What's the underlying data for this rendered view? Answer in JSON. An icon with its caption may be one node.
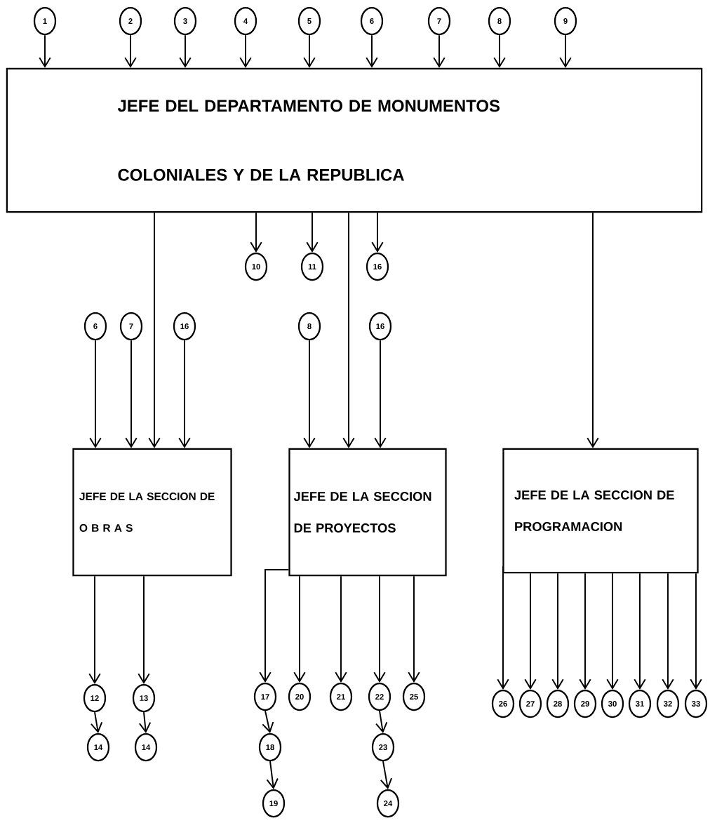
{
  "diagram": {
    "nodes": [
      {
        "text": [
          "JEFE DEL DEPARTAMENTO DE MONUMENTOS COLONIALES Y DE LA REPUBLICA"
        ]
      },
      {
        "text": [
          "1"
        ]
      },
      {
        "text": [
          "2"
        ]
      },
      {
        "text": [
          "3"
        ]
      },
      {
        "text": [
          "4"
        ]
      },
      {
        "text": [
          "5"
        ]
      },
      {
        "text": [
          "6"
        ]
      },
      {
        "text": [
          "7"
        ]
      },
      {
        "text": [
          "8"
        ]
      },
      {
        "text": [
          "9"
        ]
      },
      {
        "text": [
          "10"
        ]
      },
      {
        "text": [
          "11"
        ]
      },
      {
        "text": [
          "16"
        ]
      },
      {
        "text": [
          "6"
        ]
      },
      {
        "text": [
          "7"
        ]
      },
      {
        "text": [
          "16"
        ]
      },
      {
        "text": [
          "8"
        ]
      },
      {
        "text": [
          "16"
        ]
      },
      {
        "text": [
          "JEFE DE LA SECCION DE O B R A S"
        ]
      },
      {
        "text": [
          "JEFE DE LA SECCION DE PROYECTOS"
        ]
      },
      {
        "text": [
          "JEFE DE LA SECCION DE PROGRAMACION"
        ]
      },
      {
        "text": [
          "12"
        ]
      },
      {
        "text": [
          "13"
        ]
      },
      {
        "text": [
          "14"
        ]
      },
      {
        "text": [
          "14"
        ]
      },
      {
        "text": [
          "17"
        ]
      },
      {
        "text": [
          "20"
        ]
      },
      {
        "text": [
          "21"
        ]
      },
      {
        "text": [
          "22"
        ]
      },
      {
        "text": [
          "25"
        ]
      },
      {
        "text": [
          "18"
        ]
      },
      {
        "text": [
          "19"
        ]
      },
      {
        "text": [
          "23"
        ]
      },
      {
        "text": [
          "24"
        ]
      },
      {
        "text": [
          "26"
        ]
      },
      {
        "text": [
          "27"
        ]
      },
      {
        "text": [
          "28"
        ]
      },
      {
        "text": [
          "29"
        ]
      },
      {
        "text": [
          "30"
        ]
      },
      {
        "text": [
          "31"
        ]
      },
      {
        "text": [
          "32"
        ]
      },
      {
        "text": [
          "33"
        ]
      }
    ],
    "edges": [
      {
        "from": 1,
        "to": 0,
        "arrow": "to"
      },
      {
        "from": 2,
        "to": 0,
        "arrow": "to"
      },
      {
        "from": 3,
        "to": 0,
        "arrow": "to"
      },
      {
        "from": 4,
        "to": 0,
        "arrow": "to"
      },
      {
        "from": 5,
        "to": 0,
        "arrow": "to"
      },
      {
        "from": 6,
        "to": 0,
        "arrow": "to"
      },
      {
        "from": 7,
        "to": 0,
        "arrow": "to"
      },
      {
        "from": 8,
        "to": 0,
        "arrow": "to"
      },
      {
        "from": 9,
        "to": 0,
        "arrow": "to"
      },
      {
        "from": 0,
        "to": 10,
        "arrow": "to"
      },
      {
        "from": 0,
        "to": 11,
        "arrow": "to"
      },
      {
        "from": 0,
        "to": 12,
        "arrow": "to"
      },
      {
        "from": 0,
        "to": 18,
        "arrow": "to"
      },
      {
        "from": 0,
        "to": 19,
        "arrow": "to"
      },
      {
        "from": 0,
        "to": 20,
        "arrow": "to"
      },
      {
        "from": 13,
        "to": 18,
        "arrow": "to"
      },
      {
        "from": 14,
        "to": 18,
        "arrow": "to"
      },
      {
        "from": 15,
        "to": 18,
        "arrow": "to"
      },
      {
        "from": 16,
        "to": 19,
        "arrow": "to"
      },
      {
        "from": 17,
        "to": 19,
        "arrow": "to"
      },
      {
        "from": 18,
        "to": 21,
        "arrow": "to"
      },
      {
        "from": 18,
        "to": 22,
        "arrow": "to"
      },
      {
        "from": 21,
        "to": 23,
        "arrow": "to"
      },
      {
        "from": 22,
        "to": 24,
        "arrow": "to"
      },
      {
        "from": 19,
        "to": 25,
        "arrow": "to"
      },
      {
        "from": 19,
        "to": 26,
        "arrow": "to"
      },
      {
        "from": 19,
        "to": 27,
        "arrow": "to"
      },
      {
        "from": 19,
        "to": 28,
        "arrow": "to"
      },
      {
        "from": 19,
        "to": 29,
        "arrow": "to"
      },
      {
        "from": 25,
        "to": 30,
        "arrow": "to"
      },
      {
        "from": 30,
        "to": 31,
        "arrow": "to"
      },
      {
        "from": 28,
        "to": 32,
        "arrow": "to"
      },
      {
        "from": 32,
        "to": 33,
        "arrow": "to"
      },
      {
        "from": 20,
        "to": 34,
        "arrow": "to"
      },
      {
        "from": 20,
        "to": 35,
        "arrow": "to"
      },
      {
        "from": 20,
        "to": 36,
        "arrow": "to"
      },
      {
        "from": 20,
        "to": 37,
        "arrow": "to"
      },
      {
        "from": 20,
        "to": 38,
        "arrow": "to"
      },
      {
        "from": 20,
        "to": 39,
        "arrow": "to"
      },
      {
        "from": 20,
        "to": 40,
        "arrow": "to"
      },
      {
        "from": 20,
        "to": 41,
        "arrow": "to"
      }
    ]
  }
}
